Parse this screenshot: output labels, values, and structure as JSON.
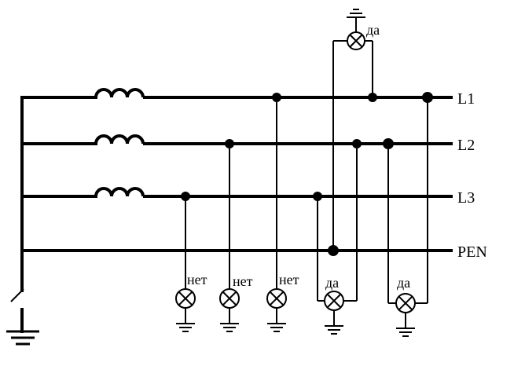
{
  "lines": [
    {
      "name": "L1"
    },
    {
      "name": "L2"
    },
    {
      "name": "L3"
    },
    {
      "name": "PEN"
    }
  ],
  "lamps": [
    {
      "id": "lamp-top",
      "state": "да"
    },
    {
      "id": "lamp-1",
      "state": "нет"
    },
    {
      "id": "lamp-2",
      "state": "нет"
    },
    {
      "id": "lamp-3",
      "state": "нет"
    },
    {
      "id": "lamp-4",
      "state": "да"
    },
    {
      "id": "lamp-5",
      "state": "да"
    }
  ]
}
